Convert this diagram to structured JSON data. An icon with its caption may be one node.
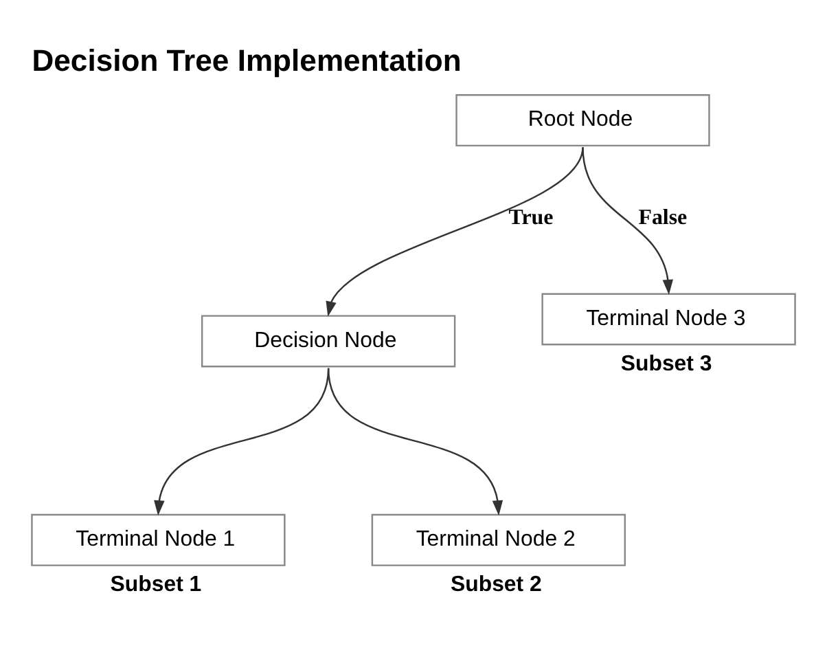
{
  "diagram": {
    "title": "Decision Tree Implementation",
    "nodes": [
      {
        "text": [
          "Root Node"
        ]
      },
      {
        "text": [
          "Decision Node"
        ]
      },
      {
        "text": [
          "Terminal Node 3"
        ],
        "beside": [
          "Subset 3"
        ]
      },
      {
        "text": [
          "Terminal Node 1"
        ],
        "beside": [
          "Subset 1"
        ]
      },
      {
        "text": [
          "Terminal Node 2"
        ],
        "beside": [
          "Subset 2"
        ]
      }
    ],
    "edges": [
      {
        "from": 0,
        "to": 1,
        "arrow": "to",
        "label": "True"
      },
      {
        "from": 0,
        "to": 2,
        "arrow": "to",
        "label": "False"
      },
      {
        "from": 1,
        "to": 3,
        "arrow": "to"
      },
      {
        "from": 1,
        "to": 4,
        "arrow": "to"
      }
    ]
  }
}
